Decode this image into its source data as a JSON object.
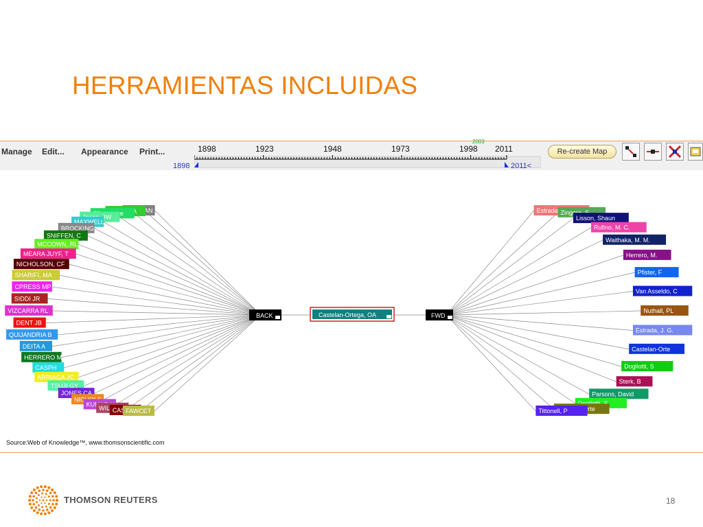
{
  "slide": {
    "title": "HERRAMIENTAS INCLUIDAS",
    "source": "Source:Web of Knowledge™, www.thomsonscientific.com",
    "brand": "THOMSON REUTERS",
    "page_number": "18"
  },
  "toolbar": {
    "menu": [
      "Manage",
      "Edit...",
      "Appearance",
      "Print..."
    ],
    "timeline": {
      "ticks": [
        "1898",
        "1923",
        "1948",
        "1973",
        "1998",
        "2011"
      ],
      "marker": "2003",
      "range_start": "1898",
      "range_end": "2011<",
      "selected_fraction": 1.0
    },
    "recreate_label": "Re-create Map",
    "tool_icons": [
      "expand-map-icon",
      "collapse-map-icon",
      "remove-node-icon",
      "save-image-icon"
    ]
  },
  "map": {
    "center_label": "Castelan-Ortega, OA",
    "back_label": "BACK",
    "fwd_label": "FWD",
    "back_nodes": [
      {
        "label": "QUINLAN",
        "color": "#7f7f7f"
      },
      {
        "label": "JULIUS, A",
        "color": "#33cc33"
      },
      {
        "label": "Silverwoge",
        "color": "#22dd66"
      },
      {
        "label": "Jones, JW",
        "color": "#55ee99"
      },
      {
        "label": "MAXWELL",
        "color": "#33cccc"
      },
      {
        "label": "BROCKING",
        "color": "#888888"
      },
      {
        "label": "SNIFFEN, C",
        "color": "#117711"
      },
      {
        "label": "MCCOWN, RL",
        "color": "#66ee22"
      },
      {
        "label": "MEARA JUYF, T",
        "color": "#ee2288"
      },
      {
        "label": "NICHOLSON, CF",
        "color": "#550000"
      },
      {
        "label": "SHARIFI, MA",
        "color": "#cccc33"
      },
      {
        "label": "CPRESS MP",
        "color": "#ee22ee"
      },
      {
        "label": "SIDDI JR",
        "color": "#aa2222"
      },
      {
        "label": "VIZCARRA RL",
        "color": "#dd33cc"
      },
      {
        "label": "DENT JB",
        "color": "#ee1111"
      },
      {
        "label": "QUIJANDRIA B",
        "color": "#3399ee"
      },
      {
        "label": "DEITA A",
        "color": "#2299dd"
      },
      {
        "label": "HERRERO M",
        "color": "#117722"
      },
      {
        "label": "CASPH",
        "color": "#22dddd"
      },
      {
        "label": "ARRIAGA JC",
        "color": "#eeee22"
      },
      {
        "label": "TSUJI GY",
        "color": "#55eeaa"
      },
      {
        "label": "JONES CA",
        "color": "#7722dd"
      },
      {
        "label": "NICHOLS",
        "color": "#ee8822"
      },
      {
        "label": "KUMAR K",
        "color": "#bb44dd"
      },
      {
        "label": "WILLIAM",
        "color": "#aa4466"
      },
      {
        "label": "CASTEL",
        "color": "#880000"
      },
      {
        "label": "FAWCET",
        "color": "#bbbb44"
      }
    ],
    "fwd_nodes": [
      {
        "label": "Estrada-Flore",
        "color": "#ee7777"
      },
      {
        "label": "Zingore, S.",
        "color": "#55aa55"
      },
      {
        "label": "Lisson, Shaun",
        "color": "#111177"
      },
      {
        "label": "Rufino, M. C.",
        "color": "#ee44aa"
      },
      {
        "label": "Waithaka, M. M.",
        "color": "#112266"
      },
      {
        "label": "Herrero, M.",
        "color": "#881188"
      },
      {
        "label": "Pfister, F",
        "color": "#1166ee"
      },
      {
        "label": "Van Asseldo, C",
        "color": "#1122cc"
      },
      {
        "label": "Nuthall, PL",
        "color": "#995511"
      },
      {
        "label": "Estrada, J. G.",
        "color": "#7788ee"
      },
      {
        "label": "Castelan-Orte",
        "color": "#1133dd"
      },
      {
        "label": "Dogliotti, S",
        "color": "#11cc11"
      },
      {
        "label": "Sterk, B",
        "color": "#aa1155"
      },
      {
        "label": "Parsons, David",
        "color": "#119966"
      },
      {
        "label": "Dogliotti, S",
        "color": "#22ee22"
      },
      {
        "label": "Castelan-Orte",
        "color": "#777711"
      },
      {
        "label": "Tittonell, P",
        "color": "#5522ee"
      }
    ]
  }
}
